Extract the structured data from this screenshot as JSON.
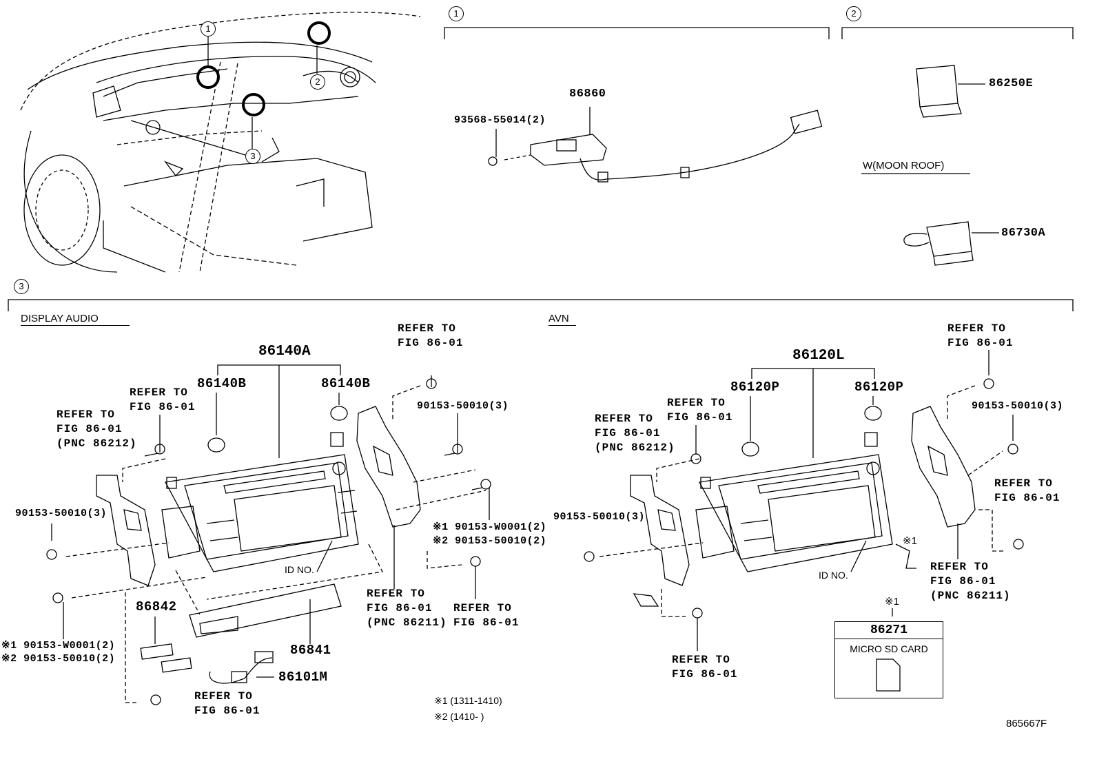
{
  "callouts": {
    "c1": "1",
    "c2": "2",
    "c3": "3"
  },
  "sections": {
    "display_audio": "DISPLAY AUDIO",
    "avn": "AVN",
    "moon_roof": "W(MOON ROOF)"
  },
  "parts": {
    "p86860": "86860",
    "p93568": "93568-55014(2)",
    "p86250E": "86250E",
    "p86730A": "86730A",
    "p86140A": "86140A",
    "p86140B_left": "86140B",
    "p86140B_right": "86140B",
    "p90153_left": "90153-50010(3)",
    "p90153_da_right": "90153-50010(3)",
    "p90153_avn_left": "90153-50010(3)",
    "p90153_avn_right": "90153-50010(3)",
    "p86842": "86842",
    "p86841": "86841",
    "p86101M": "86101M",
    "p86120L": "86120L",
    "p86120P_left": "86120P",
    "p86120P_right": "86120P",
    "p86271": "86271",
    "da_w0001_right": "※1 90153-W0001(2)",
    "da_50010_right": "※2 90153-50010(2)",
    "da_w0001_left": "※1 90153-W0001(2)",
    "da_50010_left": "※2 90153-50010(2)",
    "avn_mark": "※1",
    "sd_mark": "※1"
  },
  "refers": {
    "r1": [
      "REFER TO",
      "FIG 86-01"
    ],
    "r2": [
      "REFER TO",
      "FIG 86-01"
    ],
    "r3": [
      "REFER TO",
      "FIG 86-01",
      "(PNC 86212)"
    ],
    "r4": [
      "REFER TO",
      "FIG 86-01",
      "(PNC 86211)"
    ],
    "r5": [
      "REFER TO",
      "FIG 86-01"
    ],
    "r6": [
      "REFER TO",
      "FIG 86-01"
    ],
    "r7": [
      "REFER TO",
      "FIG 86-01"
    ],
    "r8": [
      "REFER TO",
      "FIG 86-01"
    ],
    "r9": [
      "REFER TO",
      "FIG 86-01",
      "(PNC 86212)"
    ],
    "r10": [
      "REFER TO",
      "FIG 86-01"
    ],
    "r11": [
      "REFER TO",
      "FIG 86-01",
      "(PNC 86211)"
    ],
    "r12": [
      "REFER TO",
      "FIG 86-01"
    ]
  },
  "id_no": {
    "da": "ID NO.",
    "avn": "ID NO."
  },
  "sd_card": {
    "number": "86271",
    "label": "MICRO SD CARD"
  },
  "footnotes": {
    "n1": "※1 (1311-1410)",
    "n2": "※2 (1410-        )"
  },
  "figure_code": "865667F"
}
